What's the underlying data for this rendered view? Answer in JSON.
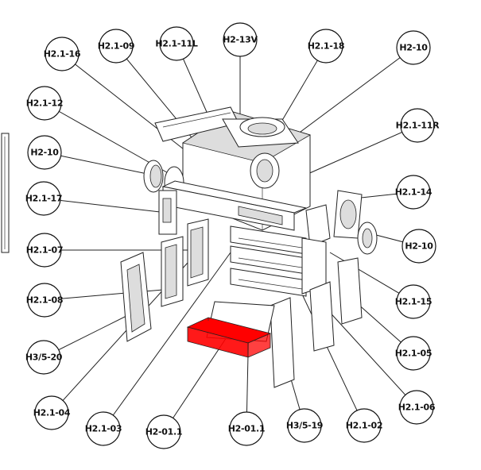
{
  "diagram": {
    "highlight_color": "#ff0000",
    "callouts": [
      {
        "id": "h21-16",
        "label": "H2.1-16"
      },
      {
        "id": "h21-09",
        "label": "H2.1-09"
      },
      {
        "id": "h21-11l",
        "label": "H2.1-11L"
      },
      {
        "id": "h2-13v",
        "label": "H2-13V"
      },
      {
        "id": "h21-18",
        "label": "H2.1-18"
      },
      {
        "id": "h2-10-top",
        "label": "H2-10"
      },
      {
        "id": "h21-12",
        "label": "H2.1-12"
      },
      {
        "id": "h21-11r",
        "label": "H2.1-11R"
      },
      {
        "id": "h2-10-left",
        "label": "H2-10"
      },
      {
        "id": "h21-14",
        "label": "H2.1-14"
      },
      {
        "id": "h21-17",
        "label": "H2.1-17"
      },
      {
        "id": "h2-10-right",
        "label": "H2-10"
      },
      {
        "id": "h21-07",
        "label": "H2.1-07"
      },
      {
        "id": "h21-15",
        "label": "H2.1-15"
      },
      {
        "id": "h21-08",
        "label": "H2.1-08"
      },
      {
        "id": "h21-05",
        "label": "H2.1-05"
      },
      {
        "id": "h35-20",
        "label": "H3/5-20"
      },
      {
        "id": "h21-06",
        "label": "H2.1-06"
      },
      {
        "id": "h21-04",
        "label": "H2.1-04"
      },
      {
        "id": "h21-03",
        "label": "H2.1-03"
      },
      {
        "id": "h2-011-left",
        "label": "H2-01.1"
      },
      {
        "id": "h2-011-right",
        "label": "H2-01.1"
      },
      {
        "id": "h35-19",
        "label": "H3/5-19"
      },
      {
        "id": "h21-02",
        "label": "H2.1-02"
      }
    ]
  }
}
